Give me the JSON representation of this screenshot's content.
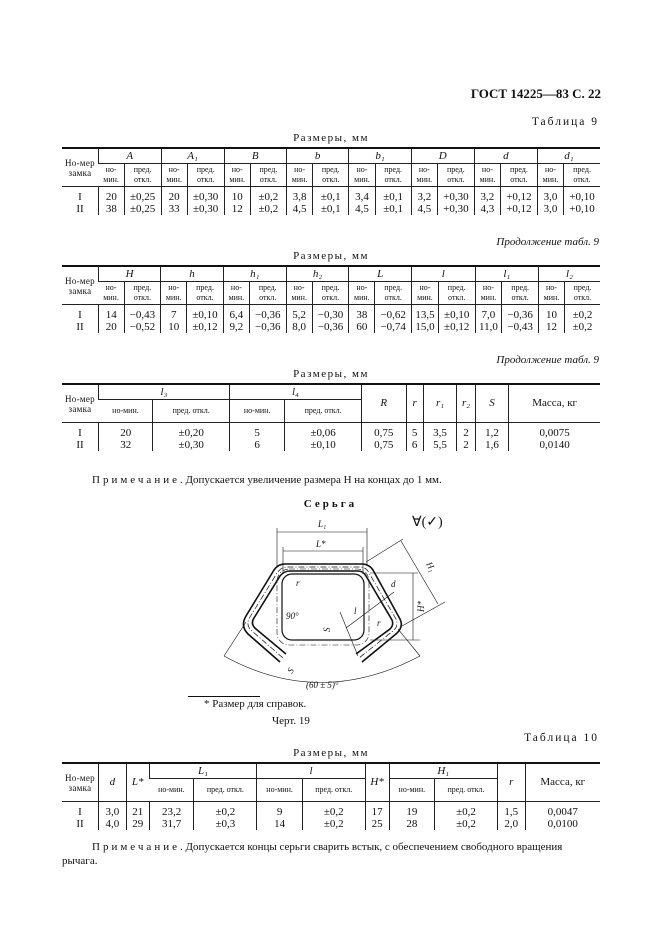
{
  "header": {
    "doc_id": "ГОСТ 14225—83 С. 22"
  },
  "table9": {
    "label": "Таблица 9",
    "title": "Размеры, мм",
    "first_col": "Но-мер замка",
    "sub_nom": "но-мин.",
    "sub_dev": "пред. откл.",
    "groups": [
      "A",
      "A₁",
      "B",
      "b",
      "b₁",
      "D",
      "d",
      "d₁"
    ],
    "rows": [
      [
        "I",
        "20",
        "±0,25",
        "20",
        "±0,30",
        "10",
        "±0,2",
        "3,8",
        "±0,1",
        "3,4",
        "±0,1",
        "3,2",
        "+0,30",
        "3,2",
        "+0,12",
        "3,0",
        "+0,10"
      ],
      [
        "II",
        "38",
        "±0,25",
        "33",
        "±0,30",
        "12",
        "±0,2",
        "4,5",
        "±0,1",
        "4,5",
        "±0,1",
        "4,5",
        "+0,30",
        "4,3",
        "+0,12",
        "3,0",
        "+0,10"
      ]
    ]
  },
  "table9_cont1": {
    "label": "Продолжение табл. 9",
    "title": "Размеры, мм",
    "first_col": "Но-мер замка",
    "sub_nom": "но-мин.",
    "sub_dev": "пред. откл.",
    "groups": [
      "H",
      "h",
      "h₁",
      "h₂",
      "L",
      "l",
      "l₁",
      "l₂"
    ],
    "rows": [
      [
        "I",
        "14",
        "−0,43",
        "7",
        "±0,10",
        "6,4",
        "−0,36",
        "5,2",
        "−0,30",
        "38",
        "−0,62",
        "13,5",
        "±0,10",
        "7,0",
        "−0,36",
        "10",
        "±0,2"
      ],
      [
        "II",
        "20",
        "−0,52",
        "10",
        "±0,12",
        "9,2",
        "−0,36",
        "8,0",
        "−0,36",
        "60",
        "−0,74",
        "15,0",
        "±0,12",
        "11,0",
        "−0,43",
        "12",
        "±0,2"
      ]
    ]
  },
  "table9_cont2": {
    "label": "Продолжение табл. 9",
    "title": "Размеры, мм",
    "first_col": "Но-мер замка",
    "sub_nom": "но-мин.",
    "sub_dev": "пред. откл.",
    "groups": [
      "l₃",
      "l₄"
    ],
    "singles": [
      "R",
      "r",
      "r₁",
      "r₂",
      "S",
      "Масса, кг"
    ],
    "rows": [
      [
        "I",
        "20",
        "±0,20",
        "5",
        "±0,06",
        "0,75",
        "5",
        "3,5",
        "2",
        "1,2",
        "0,0075"
      ],
      [
        "II",
        "32",
        "±0,30",
        "6",
        "±0,10",
        "0,75",
        "6",
        "5,5",
        "2",
        "1,6",
        "0,0140"
      ]
    ],
    "note_prefix": "Примечание",
    "note_text": ". Допускается увеличение размера H на концах до 1 мм."
  },
  "drawing": {
    "title": "Серьга",
    "labels": {
      "L1": "L₁",
      "L": "L*",
      "H1": "H₁",
      "H": "H*",
      "d": "d",
      "l": "l",
      "r": "r",
      "r2": "r",
      "angle90": "90°",
      "angle60": "(60 ± 5)°",
      "roughness": "∀(✓)",
      "s1": "S",
      "s2": "S"
    },
    "footnote": "* Размер для справок.",
    "caption": "Черт. 19"
  },
  "table10": {
    "label": "Таблица 10",
    "title": "Размеры, мм",
    "first_col": "Но-мер замка",
    "sub_nom": "но-мин.",
    "sub_dev": "пред. откл.",
    "columns": [
      {
        "type": "single",
        "label": "d"
      },
      {
        "type": "single",
        "label": "L*"
      },
      {
        "type": "group",
        "label": "L₁"
      },
      {
        "type": "group",
        "label": "l"
      },
      {
        "type": "single",
        "label": "H*"
      },
      {
        "type": "group",
        "label": "H₁"
      },
      {
        "type": "single",
        "label": "r"
      },
      {
        "type": "single",
        "label": "Масса, кг"
      }
    ],
    "rows": [
      [
        "I",
        "3,0",
        "21",
        "23,2",
        "±0,2",
        "9",
        "±0,2",
        "17",
        "19",
        "±0,2",
        "1,5",
        "0,0047"
      ],
      [
        "II",
        "4,0",
        "29",
        "31,7",
        "±0,3",
        "14",
        "±0,2",
        "25",
        "28",
        "±0,2",
        "2,0",
        "0,0100"
      ]
    ],
    "note_prefix": "Примечание",
    "note_text": ". Допускается концы серьги сварить встык, с обеспечением свободного вращения рычага."
  }
}
